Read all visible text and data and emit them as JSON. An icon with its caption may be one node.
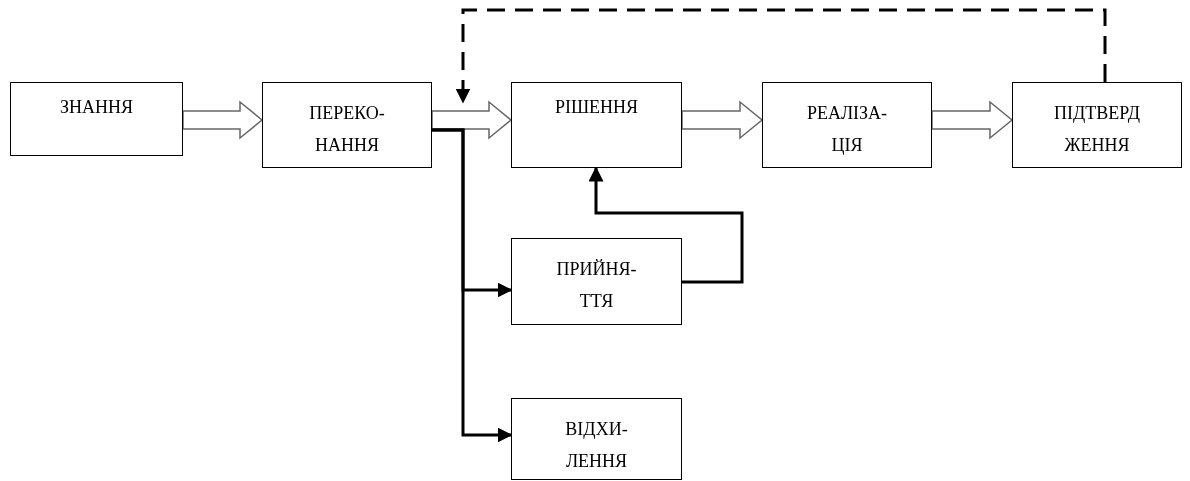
{
  "diagram": {
    "nodes": [
      {
        "text": [
          "ЗНАННЯ"
        ]
      },
      {
        "text": [
          "ПЕРЕКО- НАННЯ"
        ]
      },
      {
        "text": [
          "РІШЕННЯ"
        ]
      },
      {
        "text": [
          "РЕАЛІЗА- ЦІЯ"
        ]
      },
      {
        "text": [
          "ПІДТВЕРД ЖЕННЯ"
        ]
      },
      {
        "text": [
          "ПРИЙНЯ- ТТЯ"
        ]
      },
      {
        "text": [
          "ВІДХИ- ЛЕННЯ"
        ]
      }
    ],
    "edges": [
      {
        "from": 0,
        "to": 1,
        "arrow": "to",
        "style": "thick"
      },
      {
        "from": 1,
        "to": 2,
        "arrow": "to",
        "style": "thick"
      },
      {
        "from": 2,
        "to": 3,
        "arrow": "to",
        "style": "thick"
      },
      {
        "from": 3,
        "to": 4,
        "arrow": "to",
        "style": "thick"
      },
      {
        "from": 4,
        "to": 1,
        "arrow": "to",
        "style": "dashed"
      },
      {
        "from": 1,
        "to": 5,
        "arrow": "to"
      },
      {
        "from": 1,
        "to": 6,
        "arrow": "to"
      },
      {
        "from": 5,
        "to": 2,
        "arrow": "to"
      }
    ]
  }
}
